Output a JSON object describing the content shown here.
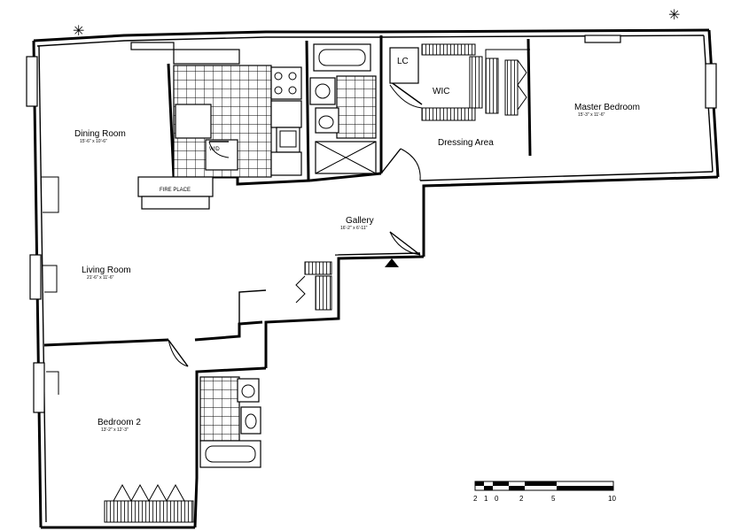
{
  "rooms": {
    "dining": {
      "name": "Dining Room",
      "dims": "15'-6\" x 10'-6\""
    },
    "living": {
      "name": "Living Room",
      "dims": "21'-6\" x 11'-6\""
    },
    "bedroom2": {
      "name": "Bedroom 2",
      "dims": "13'-2\" x 12'-3\""
    },
    "gallery": {
      "name": "Gallery",
      "dims": "16'-2\" x 6'-11\""
    },
    "master": {
      "name": "Master Bedroom",
      "dims": "15'-3\" x 11'-6\""
    },
    "wic": {
      "name": "WIC"
    },
    "lc": {
      "name": "LC"
    },
    "dressing": {
      "name": "Dressing Area"
    },
    "wd": {
      "name": "W/D"
    },
    "fireplace": {
      "name": "FIRE PLACE"
    }
  },
  "markers": {
    "star": "✳"
  },
  "scale": {
    "ticks": [
      "2",
      "1",
      "0",
      "2",
      "5",
      "10"
    ]
  }
}
